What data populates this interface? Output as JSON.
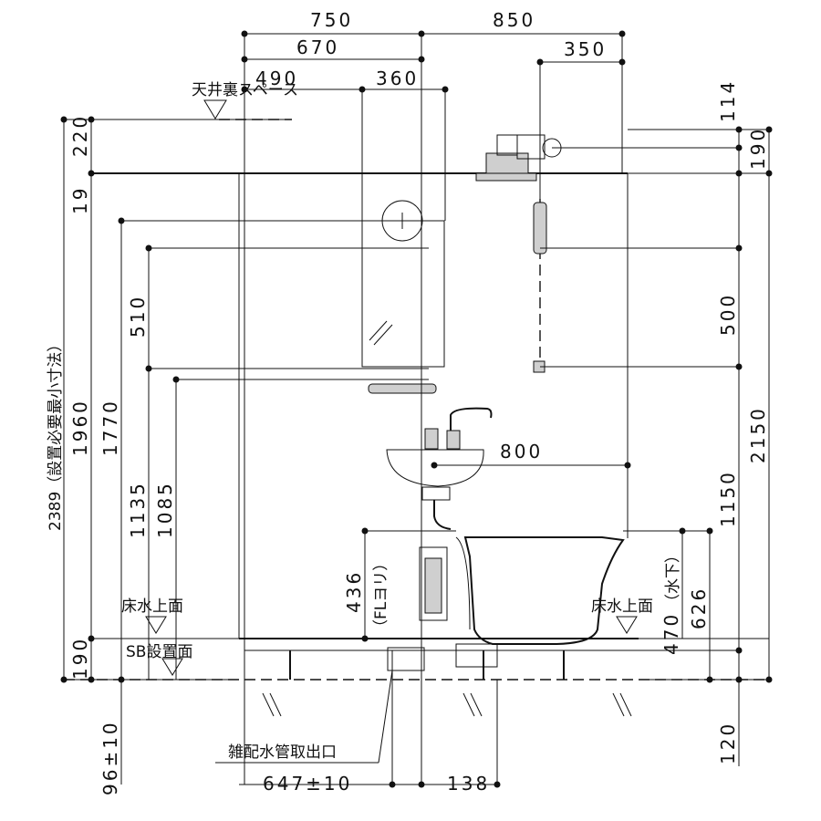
{
  "dimensions": {
    "w750": "750",
    "w850": "850",
    "w670": "670",
    "w350": "350",
    "w490": "490",
    "w360": "360",
    "h114": "114",
    "h190_top": "190",
    "h220": "220",
    "h19": "19",
    "h510": "510",
    "h500": "500",
    "h1960": "1960",
    "h1770": "1770",
    "h2150": "2150",
    "h1135": "1135",
    "h1085": "1085",
    "w800": "800",
    "h1150": "1150",
    "h436": "436",
    "h626": "626",
    "h470": "470",
    "h190_bottom": "190",
    "h120": "120",
    "h96": "96±10",
    "w647": "647±10",
    "w138": "138"
  },
  "labels": {
    "ceiling_space": "天井裏スペース",
    "install_min": "2389（設置必要最小寸法）",
    "floor_left": "床水上面",
    "floor_right": "床水上面",
    "sb_surface": "SB設置面",
    "fl_yori": "（FLヨリ）",
    "mizushita": "（水下）",
    "pipe_outlet": "雑配水管取出口"
  }
}
